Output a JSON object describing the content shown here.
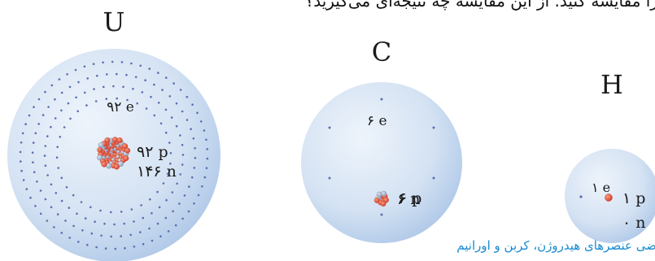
{
  "top_text": "را مقایسه کنید. از این مقایسه چه نتیجه‌ای می‌گیرید؟",
  "caption": "ضی عنصرهای هیدروژن، کربن و اورانیم",
  "atoms": [
    {
      "symbol": "U",
      "electrons": "۹۲ e",
      "protons": "۹۲ p",
      "neutrons": "۱۴۶ n"
    },
    {
      "symbol": "C",
      "electrons": "۶ e",
      "protons": "۶ p",
      "neutrons": "۶ n"
    },
    {
      "symbol": "H",
      "electrons": "۱ e",
      "protons": "۱ p",
      "neutrons": "۰ n"
    }
  ],
  "colors": {
    "sphere_light": "#e6eff9",
    "sphere_dark": "#a9c4e6",
    "electron": "#5b6fb0",
    "proton": "#e0453a",
    "neutron": "#9aa7c4",
    "caption": "#1a8ccf"
  }
}
